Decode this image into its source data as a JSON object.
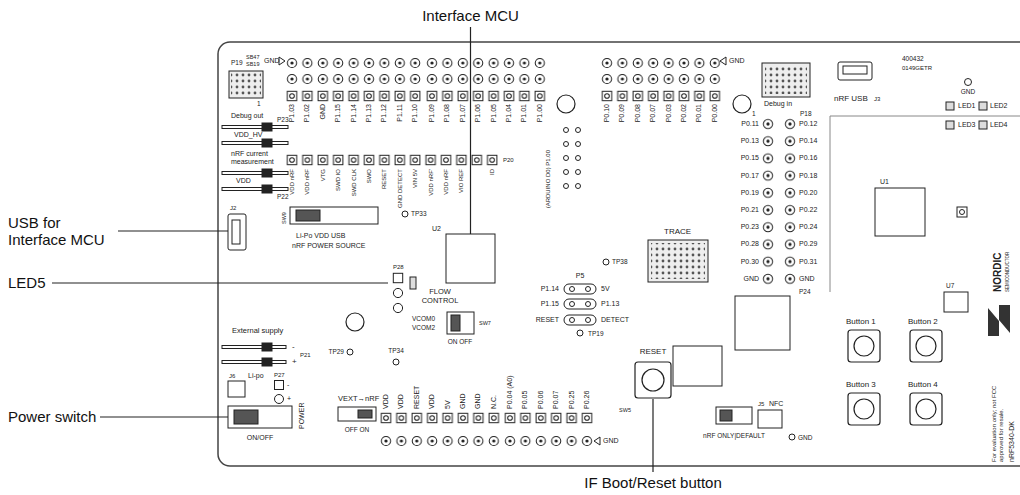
{
  "diagram": {
    "labels": [
      "Interface MCU",
      "USB for Interface MCU",
      "LED5",
      "Power switch",
      "IF Boot/Reset button",
      "P19",
      "SB47",
      "SB19",
      "GND",
      "1",
      "Debug out",
      "P23",
      "VDD_HV",
      "nRF current measurement",
      "VDD",
      "P22",
      "P1.03",
      "P1.02",
      "GND",
      "P1.15",
      "P1.14",
      "P1.13",
      "P1.12",
      "P1.11",
      "P1.10",
      "P1.09",
      "P1.08",
      "P1.07",
      "P1.06",
      "P1.05",
      "P1.04",
      "P1.01",
      "P1.00",
      "P0.10",
      "P0.09",
      "P0.08",
      "P0.07",
      "P0.03",
      "P0.02",
      "P0.01",
      "P0.00",
      "GND",
      "VDD nRF",
      "VDD nRF",
      "VTG",
      "SWD IO",
      "SWD CLK",
      "SWO",
      "RESET",
      "GND DETECT",
      "VIN 5V",
      "VDD nRF'",
      "VDD nRF",
      "VIO REF",
      "ID",
      "P20",
      "Li-Po VDD USB",
      "nRF POWER SOURCE",
      "SW9",
      "TP33",
      "U2",
      "(ARDUINO D0) P1.00",
      "P5",
      "P1.14",
      "5V",
      "P1.15",
      "P1.13",
      "RESET",
      "DETECT",
      "TP38",
      "TP19",
      "TRACE",
      "Debug in",
      "1",
      "P18",
      "P0.11",
      "P0.12",
      "P0.13",
      "P0.14",
      "P0.15",
      "P0.16",
      "P0.17",
      "P0.18",
      "P0.19",
      "P0.20",
      "P0.21",
      "P0.22",
      "P0.23",
      "P0.24",
      "P0.28",
      "P0.29",
      "P0.30",
      "P0.31",
      "GND",
      "GND",
      "P24",
      "nRF USB",
      "J3",
      "400432",
      "0149GETR",
      "GND",
      "LED1",
      "LED2",
      "LED3",
      "LED4",
      "U1",
      "U7",
      "Button 1",
      "Button 2",
      "Button 3",
      "Button 4",
      "NORDIC",
      "SEMICONDUCTOR",
      "For evaluation only; not FCC approved for resale.",
      "nRF5340-DK",
      "J2",
      "P28",
      "External supply",
      "-",
      "+",
      "P21",
      "TP29",
      "TP34",
      "J6",
      "Li-po",
      "P27",
      "-",
      "+",
      "POWER",
      "ON/OFF",
      "VEXT→nRF",
      "OFF ON",
      "VDD",
      "VDD",
      "RESET",
      "VDD",
      "5V",
      "GND",
      "GND",
      "N.C.",
      "P0.04 (A0)",
      "P0.05",
      "P0.06",
      "P0.07",
      "P0.25",
      "P0.26",
      "GND",
      "FLOW CONTROL",
      "VCOM0",
      "VCOM2",
      "ON OFF",
      "SW7",
      "RESET",
      "SW5",
      "nRF ONLY|DEFAULT",
      "J5",
      "NFC",
      "GND"
    ]
  }
}
